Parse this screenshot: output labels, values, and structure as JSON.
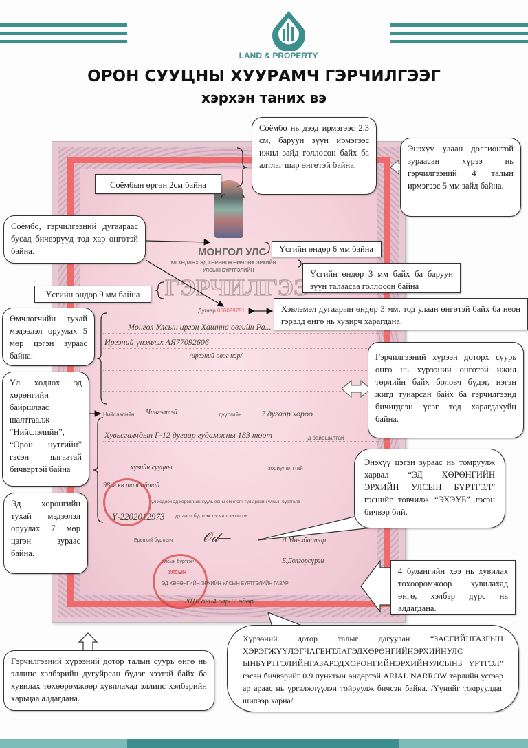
{
  "header": {
    "brand": "LAND & PROPERTY",
    "title": "ОРОН СУУЦНЫ ХУУРАМЧ ГЭРЧИЛГЭЭГ",
    "subtitle": "хэрхэн таних вэ"
  },
  "colors": {
    "teal": "#3c8f8c",
    "frame_red": "#ef6a6a",
    "cert_pink": "#f5d3dc"
  },
  "certificate": {
    "country": "МОНГОЛ УЛС",
    "line1": "ҮЛ ХӨДЛӨХ ЭД ХӨРӨНГӨ ӨМЧЛӨХ ЭРХИЙН",
    "line2": "УЛСЫН БҮРТГЭЛИЙН",
    "doc_title": "ГЭРЧИЛГЭЭ",
    "number_label": "Дугаар",
    "number": "000099791",
    "owner": "Монгол Улсын иргэн Хашнна овгийн Ра...",
    "register": "Иргэний үнэмлэх АЯ77092606",
    "owner_caption": "/иргэний овог нэр/",
    "capital_label": "Нийслэлийн",
    "district": "Чингэлтэй",
    "duureg_label": "дүүргийн",
    "khoroo": "7 дугаар хороо",
    "address": "Хувьсгалчдын Г-12 дугаар гудамжны 183 тоот",
    "location_suffix": "-д байршилтай",
    "purpose": "хувийн сууцны",
    "purpose_suffix": "зориулалттай",
    "area": "98 м.кв талбайтай",
    "ownership_text": "үл хөдлөх эд хөрөнгийн хууль ёсны өмчлөгч тул эрхийн улсын бүртгэлд",
    "reg_number": "Ү-2202012973",
    "reg_suffix": "дугаарт бүртгэж гэрчилгээ олгов.",
    "registrar1_label": "Ерөнхий бүртгэгч",
    "registrar1_name": "Л.Мөнхбаатар",
    "registrar2_label": "Улсын бүртгэгч",
    "registrar2_name": "Б.Долгорсүрэн",
    "agency": "ЭД ХӨРӨНГИЙН ЭРХИЙН УЛСЫН БҮРТГЭЛИЙН ГАЗАР",
    "stamp_text": "УЛСЫН",
    "date": "2010 он04 сар02 өдөр"
  },
  "callouts": {
    "soyombo_position": "Соёмбо нь дээд ирмэгээс 2.3 см, баруун зүүн ирмэгээс ижил зайд голлосон байх ба алтлаг шар өнгөтэй байна.",
    "wave_frame": "Энэхүү улаан долгионтой зураасан хүрээ нь гэрчилгээний 4 талын ирмэгээс 5 мм зайд байна.",
    "soyombo_width": "Соёмбын өргөн 2см байна",
    "black_text": "Соёмбо, гэрчилгээний дугаараас бусад бичвэрүүд тод хар өнгөтэй байна.",
    "letter_6mm": "Үсгийн өндөр 6 мм байна",
    "letter_3mm": "Үсгийн өндөр 3 мм байх ба баруун зүүн талаасаа голлосон байна",
    "letter_9mm": "Үсгийн өндөр 9 мм байна",
    "printed_number": "Хэвлэмэл дугаарын өндөр 3 мм, тод улаан өнгөтэй байх ба неон гэрэлд өнгө нь хувирч харагдана.",
    "owner_lines": "Өмчлөгчийн тухай мэдээлэл оруулах 5 мөр цэгэн зураас байна.",
    "background_color": "Гэрчилгээний хүрээн доторх суурь өнгө нь хүрээний өнгөтэй ижил төрлийн байх боловч бүдэг, нэгэн жигд тунарсан байх ба гэрчилгээнд бичигдсэн үсэг тод харагдахуйц байна.",
    "location_text": "Үл хөдлөх эд хөрөнгийн байршлаас шалтгаалж “Нийслэлийн”, “Орон нутгийн” гэсэн ялгаатай бичвэртэй байна",
    "dotted_line": "Энэхүү цэгэн зураас нь томруулж харвал “ЭД ХӨРӨНГИЙН ЭРХИЙН УЛСЫН БҮРТГЭЛ” гэснийг товчилж “ЭХЭУБ” гэсэн бичвэр бий.",
    "property_lines": "Эд хөрөнгийн тухай мэдээлэл оруулах 7 мөр цэгэн зураас байна.",
    "corner_pattern": "4 булангийн хээ нь хувилах төхөөрөмжөөр хувилахад өнгө, хэлбэр дүрс нь алдагдана.",
    "microtext": "Хүрээний дотор талыг дагуулан “ЗАСГИЙНГАЗРЫН ХЭРЭГЖҮҮЛЭГЧАГЕНТЛАГЭДХӨРӨНГИЙНЭРХИЙНУЛС ЫНБҮРТГЭЛИЙНГАЗАРЭДХӨРӨНГИЙНЭРХИЙНУЛСЫНБ ҮРТГЭЛ” гэсэн бичвэрийг 0.9 пунктын өндөртэй ARIAL NARROW төрлийн үсгээр ар араас нь үргэлжлүүлэн тойруулж бичсэн байна. /Үүнийг томруулдаг шилээр харна/",
    "ellipse_pattern": "Гэрчилгээний хүрээний дотор талын суурь өнгө нь эллипс хэлбэрийн дугуйрсан бүдэг хээтэй байх ба хувилах төхөөрөмжөөр хувилахад эллипс хэлбэрийн харьцаа алдагдана."
  }
}
